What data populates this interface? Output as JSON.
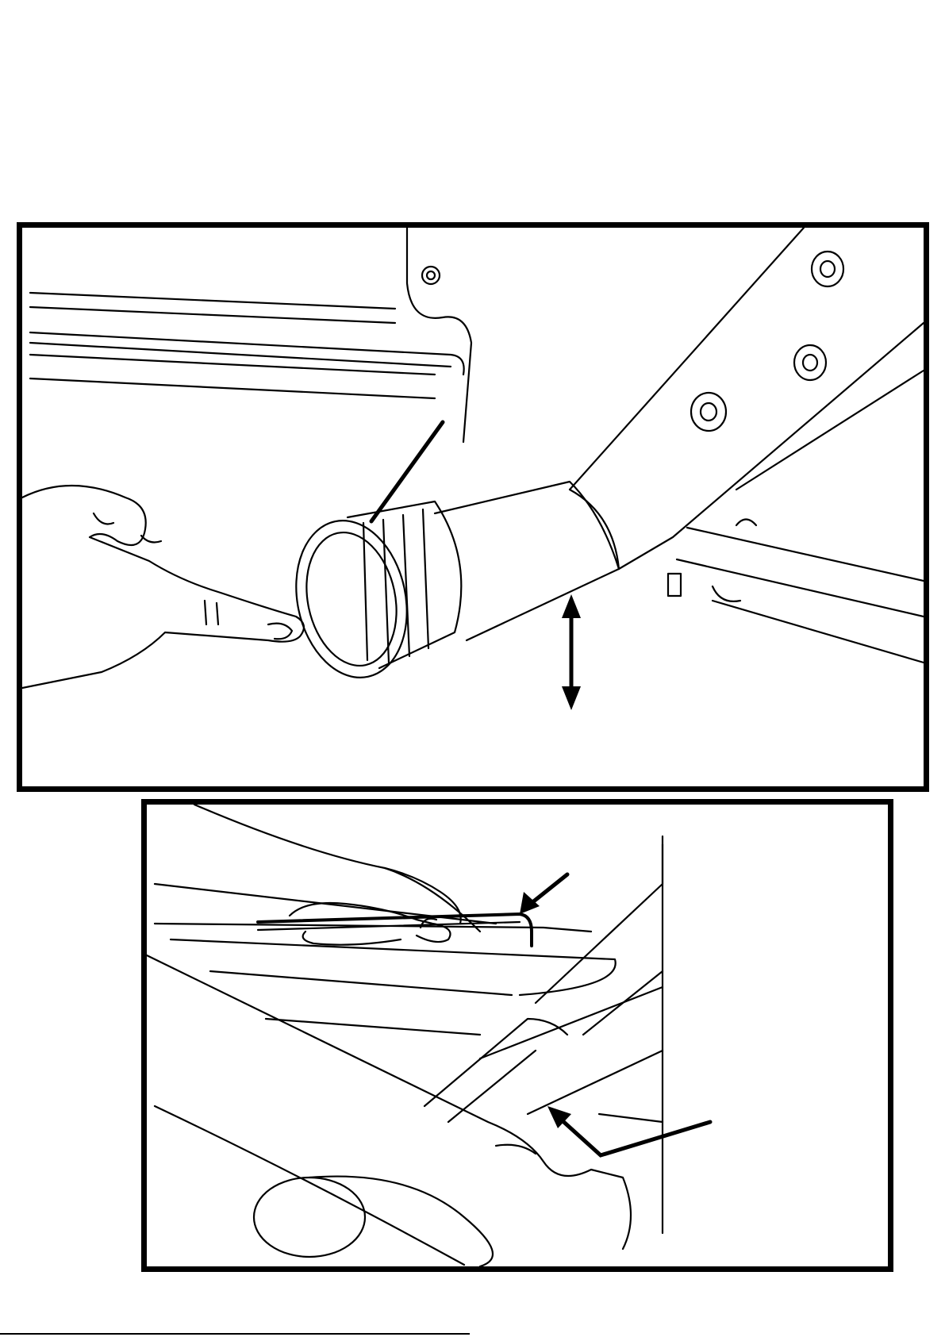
{
  "page": {
    "background": "#ffffff",
    "ink_color": "#000000"
  },
  "figures": [
    {
      "id": "rear-stabilizer-adjustment",
      "callouts": [
        "leveling-knob-pointer",
        "up-down-adjust-arrow"
      ]
    },
    {
      "id": "allen-key-tightening",
      "callouts": [
        "allen-key-pointer",
        "bolt-location-pointer"
      ]
    }
  ],
  "icons": [
    "double-headed-arrow-icon",
    "pointer-arrow-icon",
    "hand-icon",
    "allen-key-icon"
  ]
}
